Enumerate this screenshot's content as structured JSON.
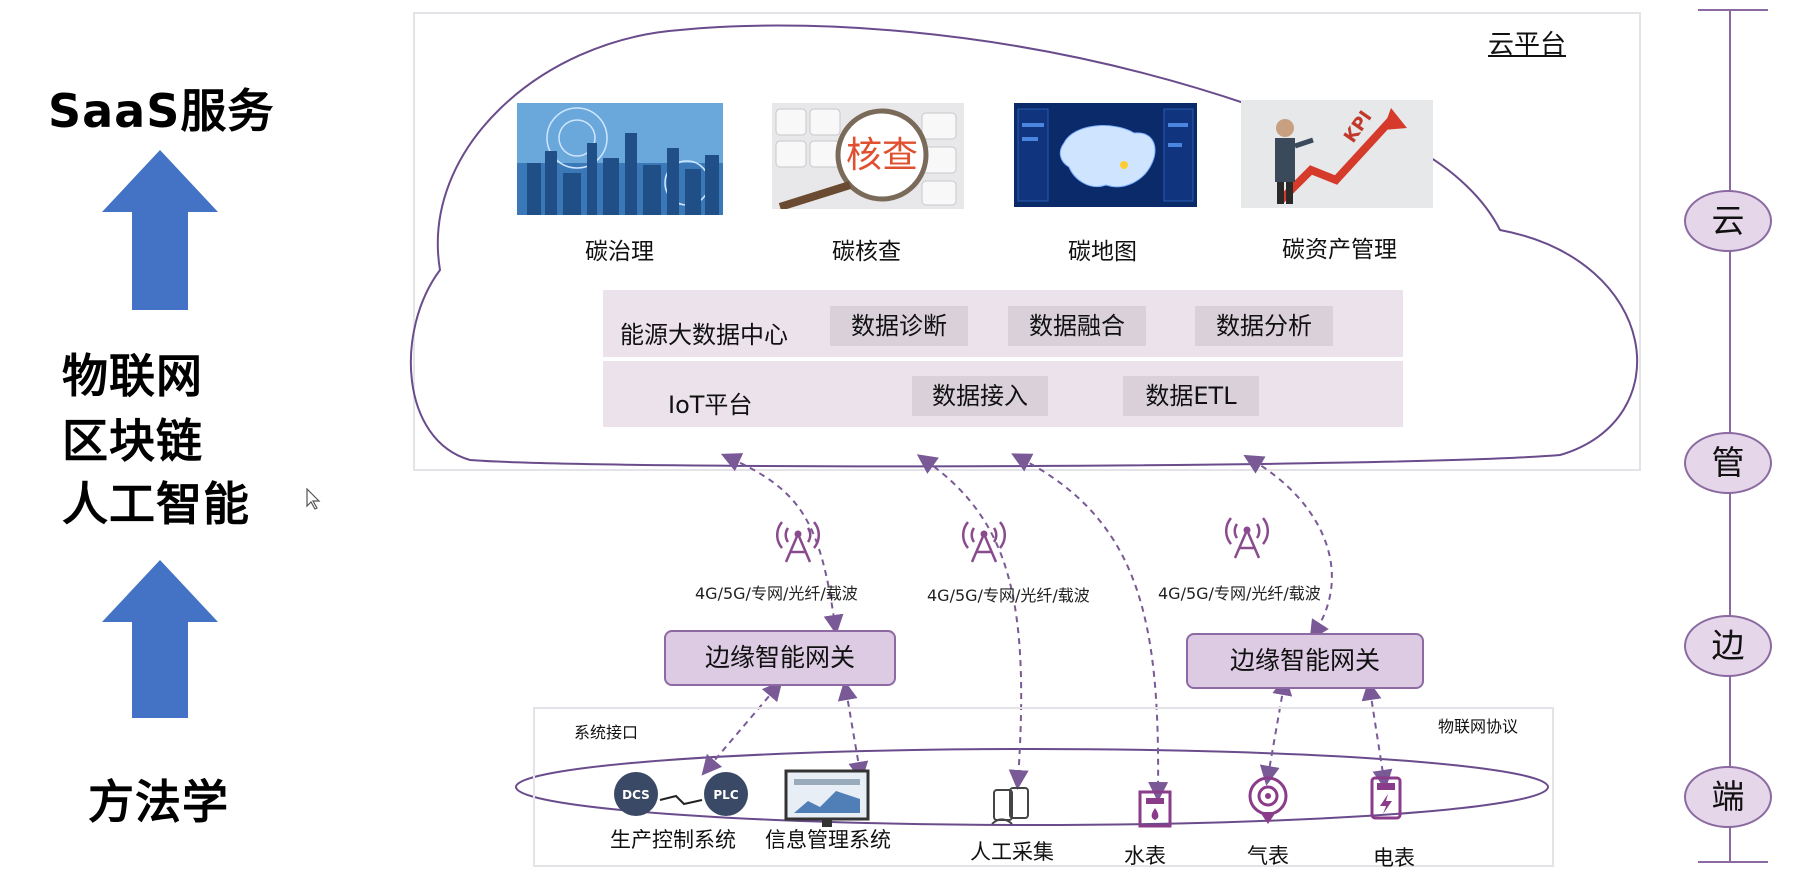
{
  "left_column": {
    "top": "SaaS服务",
    "middle": [
      "物联网",
      "区块链",
      "人工智能"
    ],
    "bottom": "方法学"
  },
  "cloud": {
    "label": "云平台",
    "apps": [
      {
        "label": "碳治理",
        "image": "city-skyline"
      },
      {
        "label": "碳核查",
        "image_text": "核查",
        "image": "magnifier-keyboard"
      },
      {
        "label": "碳地图",
        "image": "china-map-dashboard"
      },
      {
        "label": "碳资产管理",
        "image_text": "KPI",
        "image": "businessman-kpi-arrow"
      }
    ],
    "data_center": {
      "label": "能源大数据中心",
      "chips": [
        "数据诊断",
        "数据融合",
        "数据分析"
      ]
    },
    "iot": {
      "label": "IoT平台",
      "chips": [
        "数据接入",
        "数据ETL"
      ]
    }
  },
  "network": {
    "labels": [
      "4G/5G/专网/光纤/载波",
      "4G/5G/专网/光纤/载波",
      "4G/5G/专网/光纤/载波"
    ],
    "icon": "antenna-tower-icon"
  },
  "gateways": [
    "边缘智能网关",
    "边缘智能网关"
  ],
  "edge": {
    "system_interface": "系统接口",
    "iot_protocol": "物联网协议",
    "dcs": "DCS",
    "plc": "PLC",
    "devices": [
      "生产控制系统",
      "信息管理系统",
      "人工采集",
      "水表",
      "气表",
      "电表"
    ]
  },
  "layers": [
    "云",
    "管",
    "边",
    "端"
  ],
  "colors": {
    "arrow_blue": "#4472c4",
    "purple": "#7a5a96",
    "band": "#ece2ec",
    "chip": "#d9d0da",
    "gateway": "#dccbe3"
  }
}
